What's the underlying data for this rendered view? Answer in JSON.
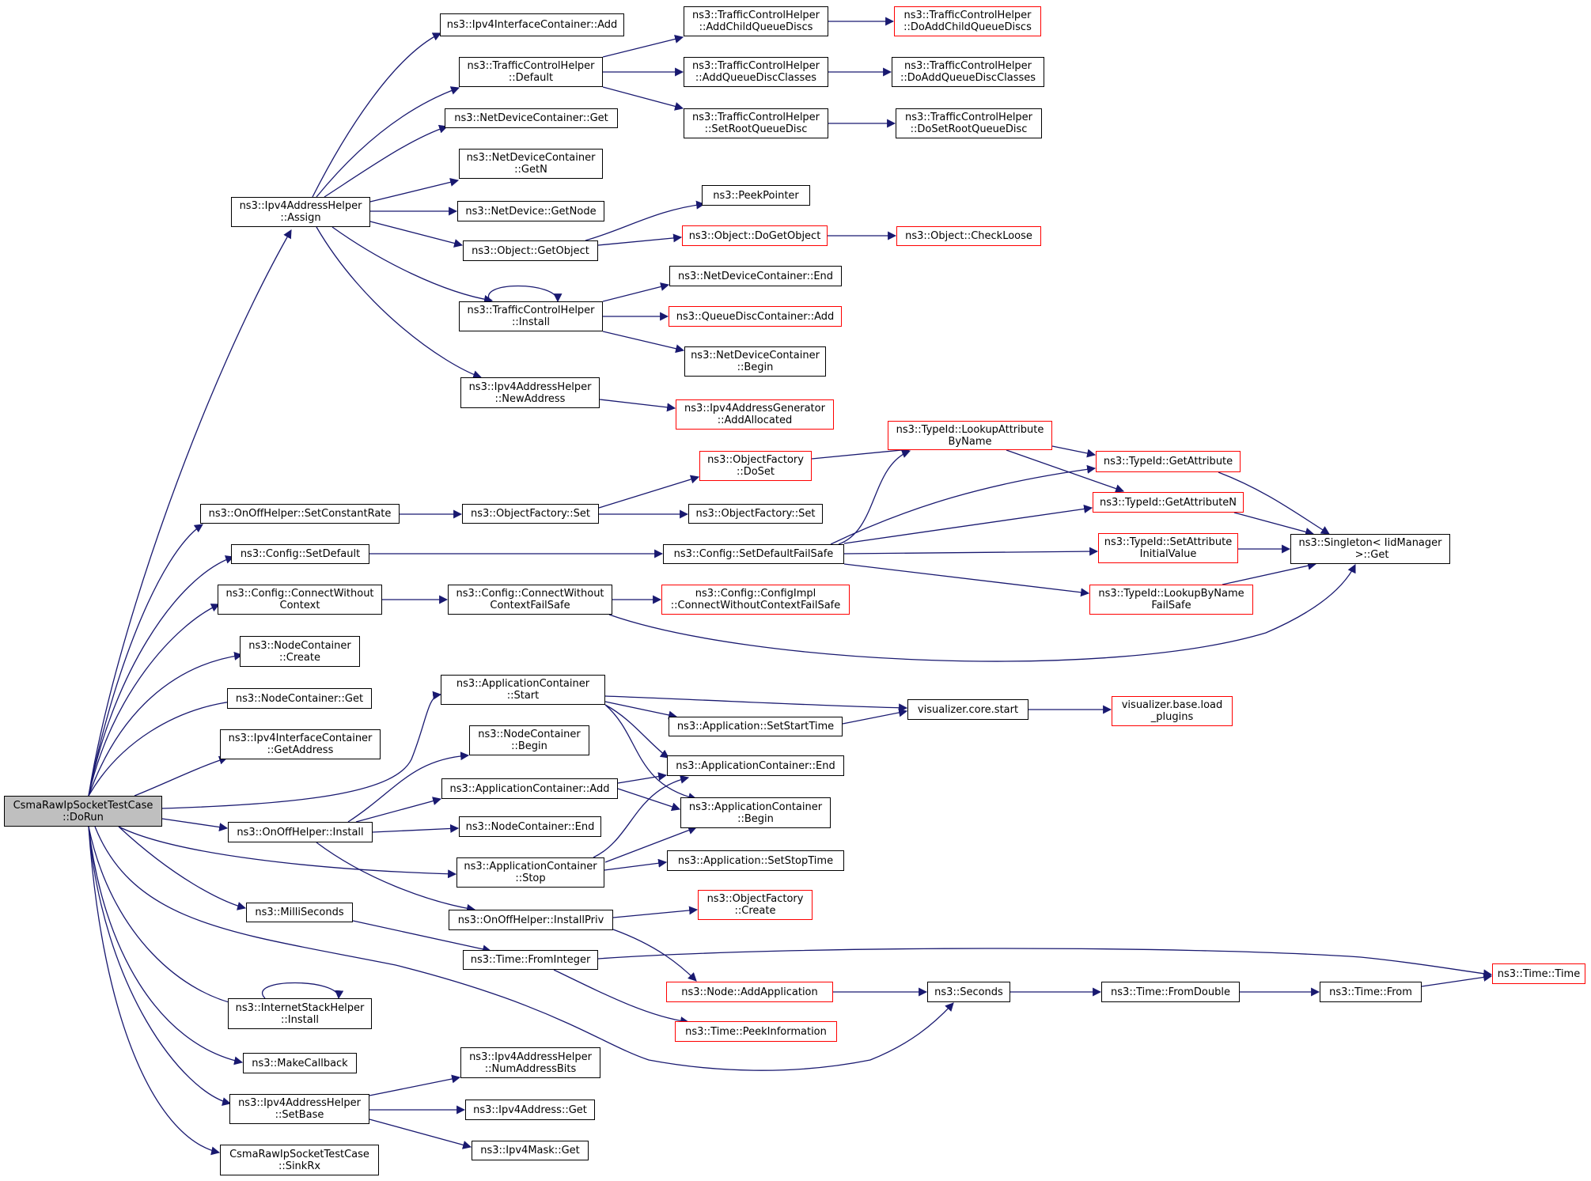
{
  "colors": {
    "edge": "#191970",
    "border": "#000000",
    "external_border": "#ff0000",
    "root_fill": "#bfbfbf",
    "background": "#ffffff"
  },
  "nodes": {
    "root": {
      "l1": "CsmaRawIpSocketTestCase",
      "l2": "::DoRun"
    },
    "ipv4ic_add": {
      "l1": "ns3::Ipv4InterfaceContainer::Add"
    },
    "tch_default": {
      "l1": "ns3::TrafficControlHelper",
      "l2": "::Default"
    },
    "tch_addchild": {
      "l1": "ns3::TrafficControlHelper",
      "l2": "::AddChildQueueDiscs"
    },
    "tch_doaddchild": {
      "l1": "ns3::TrafficControlHelper",
      "l2": "::DoAddChildQueueDiscs"
    },
    "tch_addclasses": {
      "l1": "ns3::TrafficControlHelper",
      "l2": "::AddQueueDiscClasses"
    },
    "tch_doaddclasses": {
      "l1": "ns3::TrafficControlHelper",
      "l2": "::DoAddQueueDiscClasses"
    },
    "tch_setroot": {
      "l1": "ns3::TrafficControlHelper",
      "l2": "::SetRootQueueDisc"
    },
    "tch_dosetroot": {
      "l1": "ns3::TrafficControlHelper",
      "l2": "::DoSetRootQueueDisc"
    },
    "ndc_get": {
      "l1": "ns3::NetDeviceContainer::Get"
    },
    "ndc_getn": {
      "l1": "ns3::NetDeviceContainer",
      "l2": "::GetN"
    },
    "ipv4ah_assign": {
      "l1": "ns3::Ipv4AddressHelper",
      "l2": "::Assign"
    },
    "peekpointer": {
      "l1": "ns3::PeekPointer"
    },
    "nd_getnode": {
      "l1": "ns3::NetDevice::GetNode"
    },
    "obj_getobject": {
      "l1": "ns3::Object::GetObject"
    },
    "obj_dogetobject": {
      "l1": "ns3::Object::DoGetObject"
    },
    "obj_checkloose": {
      "l1": "ns3::Object::CheckLoose"
    },
    "ndc_end": {
      "l1": "ns3::NetDeviceContainer::End"
    },
    "tch_install": {
      "l1": "ns3::TrafficControlHelper",
      "l2": "::Install"
    },
    "qdc_add": {
      "l1": "ns3::QueueDiscContainer::Add"
    },
    "ndc_begin": {
      "l1": "ns3::NetDeviceContainer",
      "l2": "::Begin"
    },
    "ipv4ah_newaddress": {
      "l1": "ns3::Ipv4AddressHelper",
      "l2": "::NewAddress"
    },
    "ipv4ag_addallocated": {
      "l1": "ns3::Ipv4AddressGenerator",
      "l2": "::AddAllocated"
    },
    "typeid_lookupattr": {
      "l1": "ns3::TypeId::LookupAttribute",
      "l2": "ByName"
    },
    "of_doset": {
      "l1": "ns3::ObjectFactory",
      "l2": "::DoSet"
    },
    "typeid_getattr": {
      "l1": "ns3::TypeId::GetAttribute"
    },
    "onoff_setconstrate": {
      "l1": "ns3::OnOffHelper::SetConstantRate"
    },
    "of_set1": {
      "l1": "ns3::ObjectFactory::Set"
    },
    "of_set2": {
      "l1": "ns3::ObjectFactory::Set"
    },
    "typeid_getattrn": {
      "l1": "ns3::TypeId::GetAttributeN"
    },
    "singleton_get": {
      "l1": "ns3::Singleton< IidManager",
      "l2": " >::Get"
    },
    "config_setdefault": {
      "l1": "ns3::Config::SetDefault"
    },
    "config_setdefaultfs": {
      "l1": "ns3::Config::SetDefaultFailSafe"
    },
    "typeid_setattrinit": {
      "l1": "ns3::TypeId::SetAttribute",
      "l2": "InitialValue"
    },
    "config_connectwo": {
      "l1": "ns3::Config::ConnectWithout",
      "l2": "Context"
    },
    "config_connectwofs": {
      "l1": "ns3::Config::ConnectWithout",
      "l2": "ContextFailSafe"
    },
    "configimpl_connect": {
      "l1": "ns3::Config::ConfigImpl",
      "l2": "::ConnectWithoutContextFailSafe"
    },
    "typeid_lookupbyname": {
      "l1": "ns3::TypeId::LookupByName",
      "l2": "FailSafe"
    },
    "nc_create": {
      "l1": "ns3::NodeContainer",
      "l2": "::Create"
    },
    "nc_get": {
      "l1": "ns3::NodeContainer::Get"
    },
    "ac_start": {
      "l1": "ns3::ApplicationContainer",
      "l2": "::Start"
    },
    "viz_core_start": {
      "l1": "visualizer.core.start"
    },
    "viz_base_load": {
      "l1": "visualizer.base.load",
      "l2": "_plugins"
    },
    "ipv4ic_getaddress": {
      "l1": "ns3::Ipv4InterfaceContainer",
      "l2": "::GetAddress"
    },
    "app_setstarttime": {
      "l1": "ns3::Application::SetStartTime"
    },
    "nc_begin": {
      "l1": "ns3::NodeContainer",
      "l2": "::Begin"
    },
    "ac_end": {
      "l1": "ns3::ApplicationContainer::End"
    },
    "ac_add": {
      "l1": "ns3::ApplicationContainer::Add"
    },
    "ac_begin": {
      "l1": "ns3::ApplicationContainer",
      "l2": "::Begin"
    },
    "onoff_install": {
      "l1": "ns3::OnOffHelper::Install"
    },
    "nc_end": {
      "l1": "ns3::NodeContainer::End"
    },
    "ac_stop": {
      "l1": "ns3::ApplicationContainer",
      "l2": "::Stop"
    },
    "app_setstoptime": {
      "l1": "ns3::Application::SetStopTime"
    },
    "of_create": {
      "l1": "ns3::ObjectFactory",
      "l2": "::Create"
    },
    "onoff_installpriv": {
      "l1": "ns3::OnOffHelper::InstallPriv"
    },
    "milliseconds": {
      "l1": "ns3::MilliSeconds"
    },
    "time_frominteger": {
      "l1": "ns3::Time::FromInteger"
    },
    "time_time": {
      "l1": "ns3::Time::Time"
    },
    "node_addapp": {
      "l1": "ns3::Node::AddApplication"
    },
    "seconds": {
      "l1": "ns3::Seconds"
    },
    "time_fromdouble": {
      "l1": "ns3::Time::FromDouble"
    },
    "time_from": {
      "l1": "ns3::Time::From"
    },
    "ish_install": {
      "l1": "ns3::InternetStackHelper",
      "l2": "::Install"
    },
    "time_peekinfo": {
      "l1": "ns3::Time::PeekInformation"
    },
    "makecallback": {
      "l1": "ns3::MakeCallback"
    },
    "ipv4ah_numaddrbits": {
      "l1": "ns3::Ipv4AddressHelper",
      "l2": "::NumAddressBits"
    },
    "ipv4ah_setbase": {
      "l1": "ns3::Ipv4AddressHelper",
      "l2": "::SetBase"
    },
    "ipv4addr_get": {
      "l1": "ns3::Ipv4Address::Get"
    },
    "ipv4mask_get": {
      "l1": "ns3::Ipv4Mask::Get"
    },
    "sinkrx": {
      "l1": "CsmaRawIpSocketTestCase",
      "l2": "::SinkRx"
    }
  }
}
